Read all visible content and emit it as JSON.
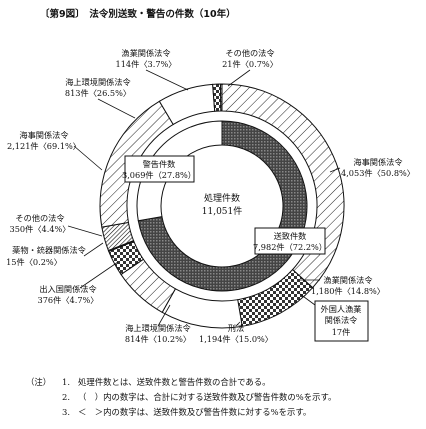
{
  "chart_data": {
    "type": "pie",
    "title": "〔第9図〕　法令別送致・警告の件数（10年）",
    "center": {
      "label": "処理件数",
      "value": "11,051件"
    },
    "inner_ring": [
      {
        "name": "送致件数",
        "text": "7,982件（72.2%）",
        "value": 7982,
        "percent": 72.2
      },
      {
        "name": "警告件数",
        "text": "3,069件（27.8%）",
        "value": 3069,
        "percent": 27.8
      }
    ],
    "outer_ring": [
      {
        "name": "海事関係法令",
        "text": "4,053件〈50.8%〉",
        "value": 4053,
        "percent": 50.8,
        "group": "送致件数",
        "pattern": "diag"
      },
      {
        "name": "漁業関係法令",
        "text": "1,180件〈14.8%〉",
        "value": 1180,
        "percent": 14.8,
        "group": "送致件数",
        "pattern": "checker"
      },
      {
        "name": "刑法",
        "text": "1,194件〈15.0%〉",
        "value": 1194,
        "percent": 15.0,
        "group": "送致件数",
        "pattern": "white"
      },
      {
        "name": "海上環境関係法令",
        "text": "814件〈10.2%〉",
        "value": 814,
        "percent": 10.2,
        "group": "送致件数",
        "pattern": "diag"
      },
      {
        "name": "出入国関係法令",
        "text": "376件〈4.7%〉",
        "value": 376,
        "percent": 4.7,
        "group": "送致件数",
        "pattern": "checker"
      },
      {
        "name": "薬物・銃器関係法令",
        "text": "15件〈0.2%〉",
        "value": 15,
        "percent": 0.2,
        "group": "送致件数",
        "pattern": "white"
      },
      {
        "name": "その他の法令",
        "text": "350件〈4.4%〉",
        "value": 350,
        "percent": 4.4,
        "group": "送致件数",
        "pattern": "dense"
      },
      {
        "name": "海事関係法令",
        "text": "2,121件〈69.1%〉",
        "value": 2121,
        "percent": 69.1,
        "group": "警告件数",
        "pattern": "diag"
      },
      {
        "name": "海上環境関係法令",
        "text": "813件〈26.5%〉",
        "value": 813,
        "percent": 26.5,
        "group": "警告件数",
        "pattern": "white"
      },
      {
        "name": "漁業関係法令",
        "text": "114件〈3.7%〉",
        "value": 114,
        "percent": 3.7,
        "group": "警告件数",
        "pattern": "checker"
      },
      {
        "name": "その他の法令",
        "text": "21件〈0.7%〉",
        "value": 21,
        "percent": 0.7,
        "group": "警告件数",
        "pattern": "dense"
      }
    ],
    "sub_note": {
      "label1": "外国人漁業",
      "label2": "関係法令",
      "value": "17件"
    }
  },
  "notes": {
    "label": "（注）",
    "items": [
      {
        "num": "1.",
        "text": "処理件数とは、送致件数と警告件数の合計である。"
      },
      {
        "num": "2.",
        "text": "（　）内の数字は、合計に対する送致件数及び警告件数の%を示す。"
      },
      {
        "num": "3.",
        "text": "＜　＞内の数字は、送致件数及び警告件数に対する%を示す。"
      }
    ]
  }
}
